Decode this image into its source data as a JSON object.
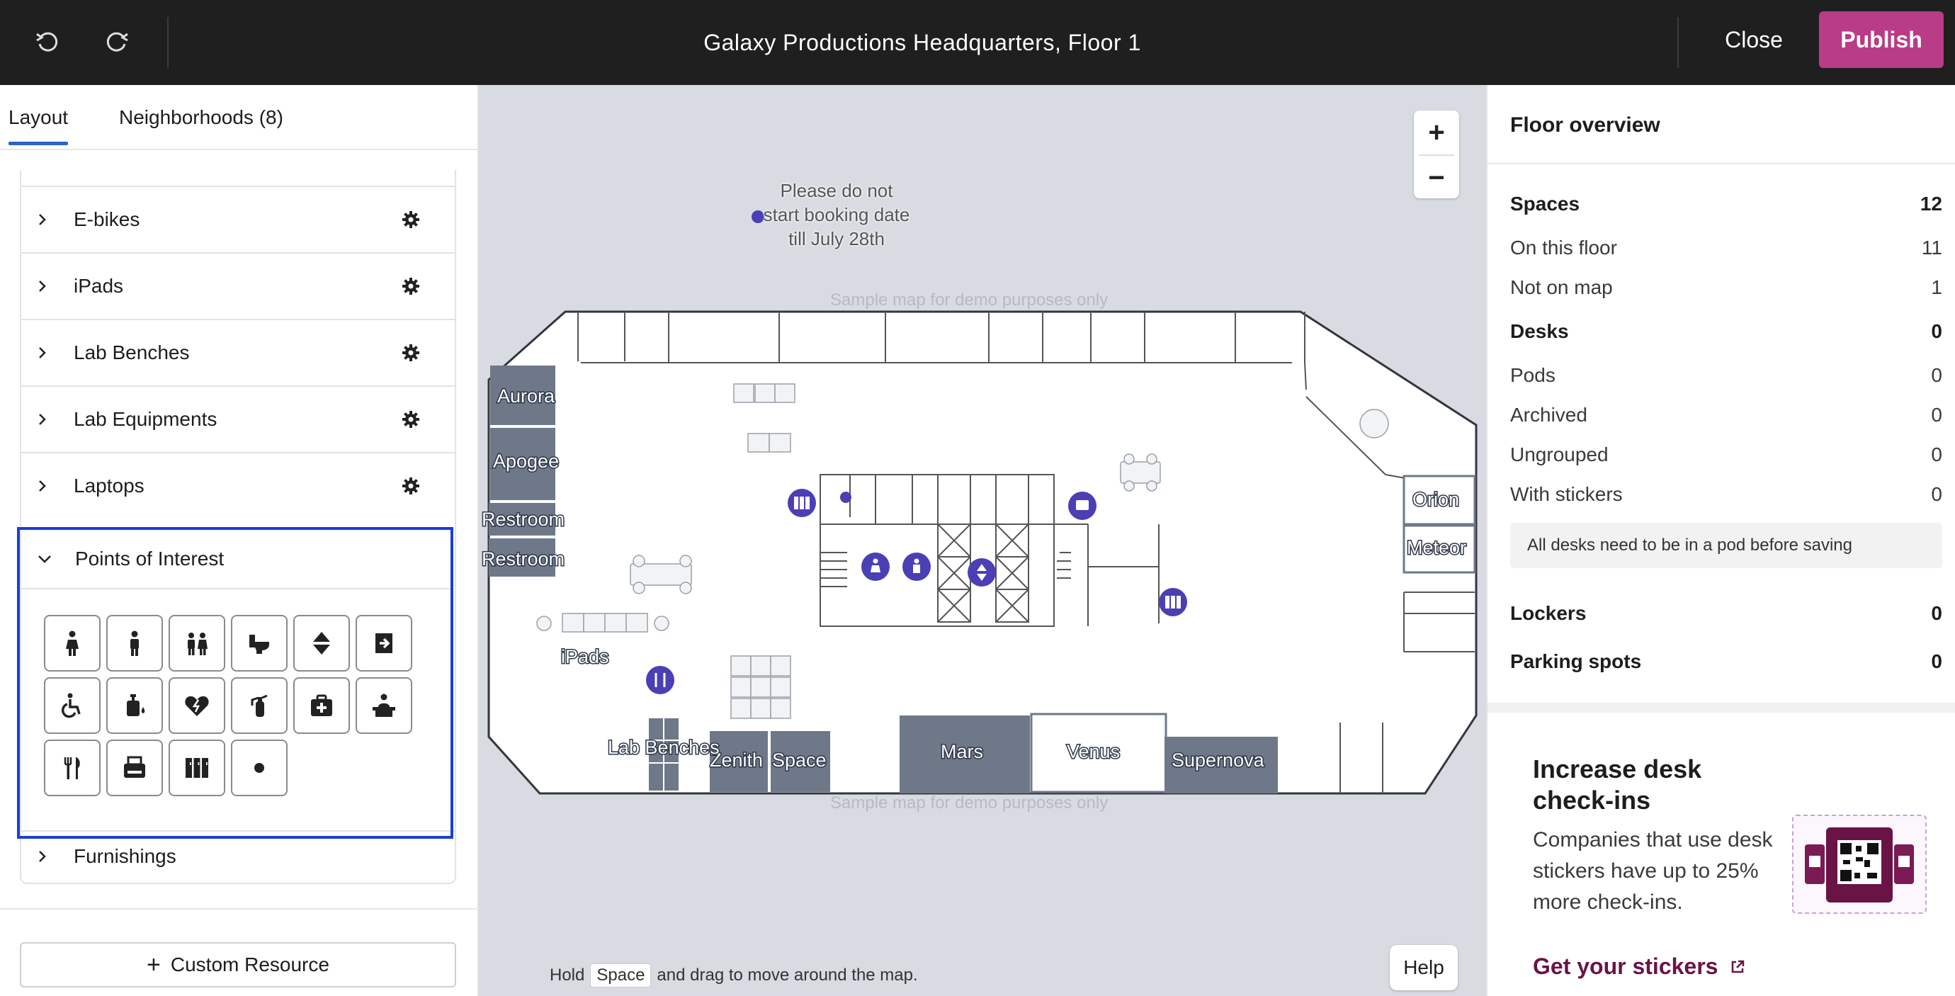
{
  "header": {
    "title": "Galaxy Productions Headquarters, Floor 1",
    "close_label": "Close",
    "publish_label": "Publish"
  },
  "left_panel": {
    "tabs": [
      {
        "label": "Layout",
        "active": true
      },
      {
        "label": "Neighborhoods (8)",
        "active": false
      }
    ],
    "groups": [
      {
        "label": "E-bikes"
      },
      {
        "label": "iPads"
      },
      {
        "label": "Lab Benches"
      },
      {
        "label": "Lab Equipments"
      },
      {
        "label": "Laptops"
      }
    ],
    "points_of_interest": {
      "label": "Points of Interest",
      "icons": [
        "womens-restroom-icon",
        "mens-restroom-icon",
        "family-restroom-icon",
        "toilet-icon",
        "elevator-icon",
        "exit-icon",
        "accessible-icon",
        "hand-sanitizer-icon",
        "aed-icon",
        "fire-extinguisher-icon",
        "first-aid-icon",
        "reception-icon",
        "restaurant-icon",
        "printer-icon",
        "lockers-icon",
        "dot-icon"
      ]
    },
    "furnishings_label": "Furnishings",
    "custom_resource_label": "Custom Resource"
  },
  "map": {
    "note": "Please do not start booking date till July 28th",
    "sample_label": "Sample map for demo purposes only",
    "rooms": [
      "Aurora",
      "Apogee",
      "Restroom",
      "Restroom",
      "Orion",
      "Meteor",
      "iPads",
      "Lab Benches",
      "Zenith",
      "Space",
      "Mars",
      "Venus",
      "Supernova"
    ],
    "hint_prefix": "Hold",
    "hint_key": "Space",
    "hint_suffix": "and drag to move around the map.",
    "help_label": "Help",
    "zoom_in": "+",
    "zoom_out": "−",
    "accent_color": "#4b3fb5"
  },
  "right_panel": {
    "title": "Floor overview",
    "stats": [
      {
        "label": "Spaces",
        "value": "12",
        "bold": true
      },
      {
        "label": "On this floor",
        "value": "11",
        "bold": false
      },
      {
        "label": "Not on map",
        "value": "1",
        "bold": false
      },
      {
        "label": "Desks",
        "value": "0",
        "bold": true
      },
      {
        "label": "Pods",
        "value": "0",
        "bold": false
      },
      {
        "label": "Archived",
        "value": "0",
        "bold": false
      },
      {
        "label": "Ungrouped",
        "value": "0",
        "bold": false
      },
      {
        "label": "With stickers",
        "value": "0",
        "bold": false
      }
    ],
    "notice": "All desks need to be in a pod before saving",
    "stats2": [
      {
        "label": "Lockers",
        "value": "0",
        "bold": true
      },
      {
        "label": "Parking spots",
        "value": "0",
        "bold": true
      }
    ],
    "promo": {
      "title": "Increase desk check-ins",
      "text": "Companies that use desk stickers have up to 25% more check-ins.",
      "link": "Get your stickers"
    }
  },
  "colors": {
    "publish": "#b83c86",
    "selection_border": "#1b3fd8",
    "tab_underline": "#2b63c9",
    "promo_link": "#6a1346"
  }
}
